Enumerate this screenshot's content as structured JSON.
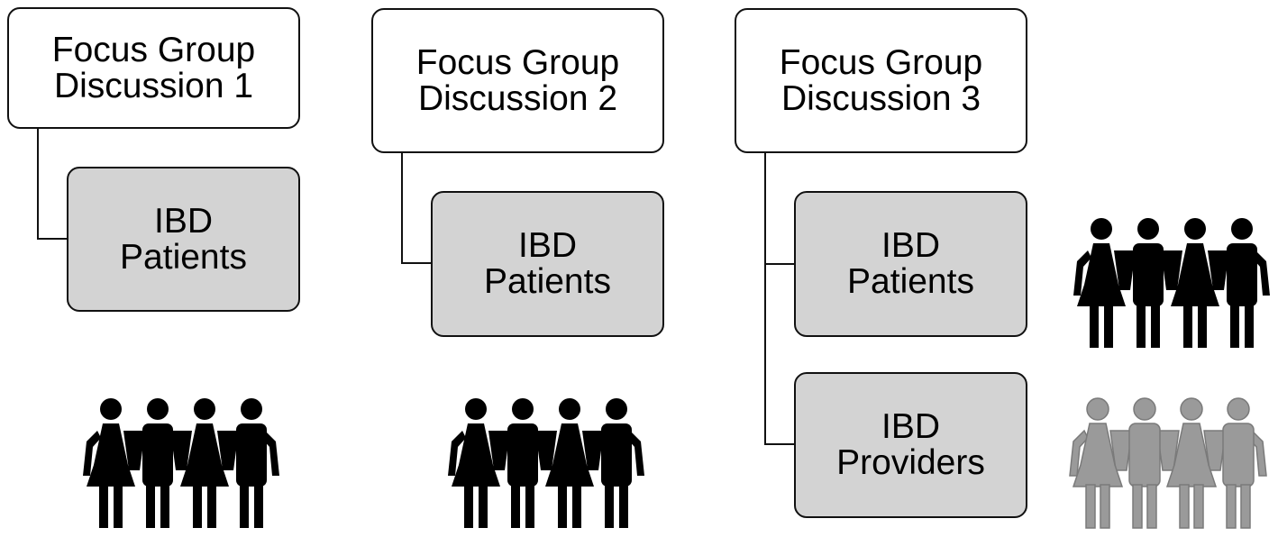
{
  "groups": [
    {
      "title": [
        "Focus Group",
        "Discussion 1"
      ],
      "boxes": [
        {
          "lines": [
            "IBD",
            "Patients"
          ]
        }
      ],
      "people": [
        {
          "color": "#000000"
        }
      ]
    },
    {
      "title": [
        "Focus Group",
        "Discussion 2"
      ],
      "boxes": [
        {
          "lines": [
            "IBD",
            "Patients"
          ]
        }
      ],
      "people": [
        {
          "color": "#000000"
        }
      ]
    },
    {
      "title": [
        "Focus Group",
        "Discussion 3"
      ],
      "boxes": [
        {
          "lines": [
            "IBD",
            "Patients"
          ]
        },
        {
          "lines": [
            "IBD",
            "Providers"
          ]
        }
      ],
      "people": [
        {
          "color": "#000000"
        },
        {
          "color": "#9a9a9a"
        }
      ]
    }
  ],
  "colors": {
    "stroke": "#111111",
    "sub_fill": "#d3d3d3",
    "header_fill": "#ffffff",
    "providers": "#9a9a9a",
    "patients": "#000000"
  },
  "icons": {
    "people": "people-group-icon"
  }
}
